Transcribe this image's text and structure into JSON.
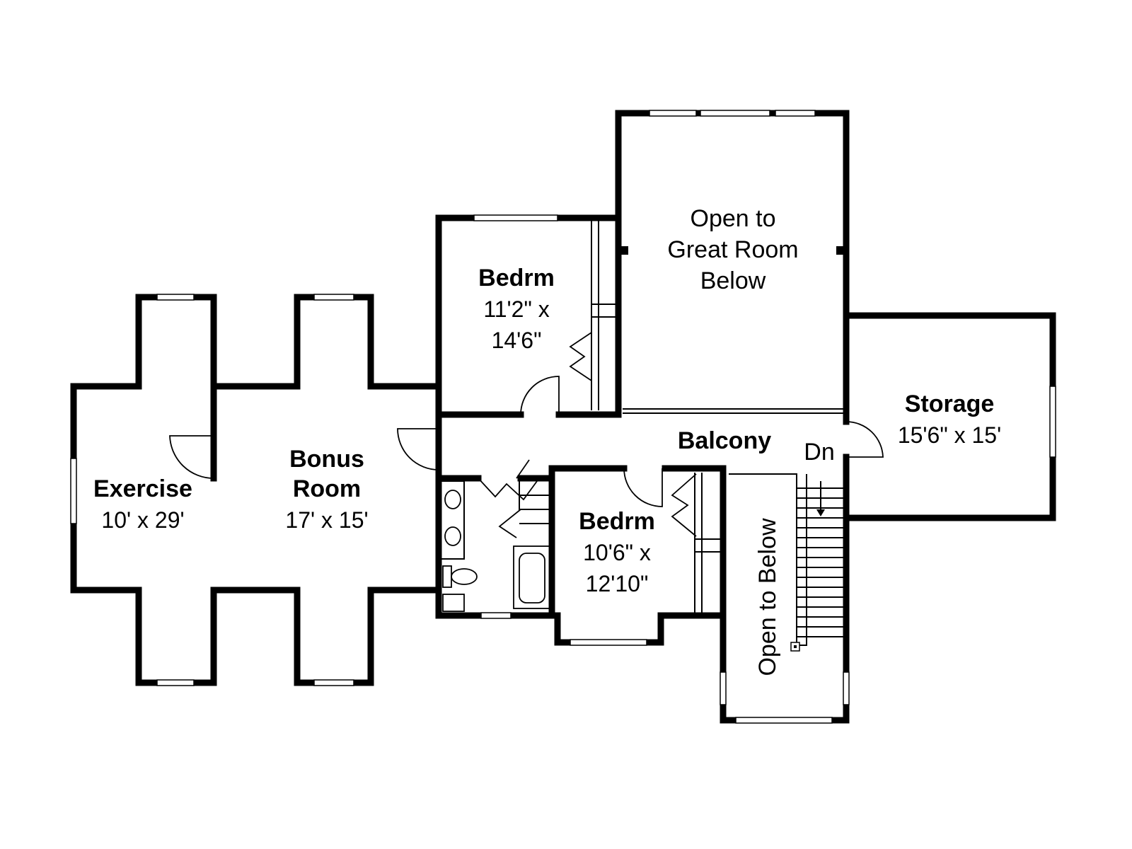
{
  "floor_plan": {
    "rooms": {
      "exercise": {
        "name": "Exercise",
        "size": "10' x 29'"
      },
      "bonus": {
        "name_line1": "Bonus",
        "name_line2": "Room",
        "size": "17' x 15'"
      },
      "bedroom_upper": {
        "name": "Bedrm",
        "size_line1": "11'2\" x",
        "size_line2": "14'6\""
      },
      "open_great_room": {
        "line1": "Open to",
        "line2": "Great Room",
        "line3": "Below"
      },
      "storage": {
        "name": "Storage",
        "size": "15'6\" x 15'"
      },
      "balcony": {
        "name": "Balcony"
      },
      "bedroom_lower": {
        "name": "Bedrm",
        "size_line1": "10'6\" x",
        "size_line2": "12'10\""
      },
      "open_below": {
        "name": "Open to Below"
      }
    },
    "stairs": {
      "label": "Dn"
    }
  }
}
